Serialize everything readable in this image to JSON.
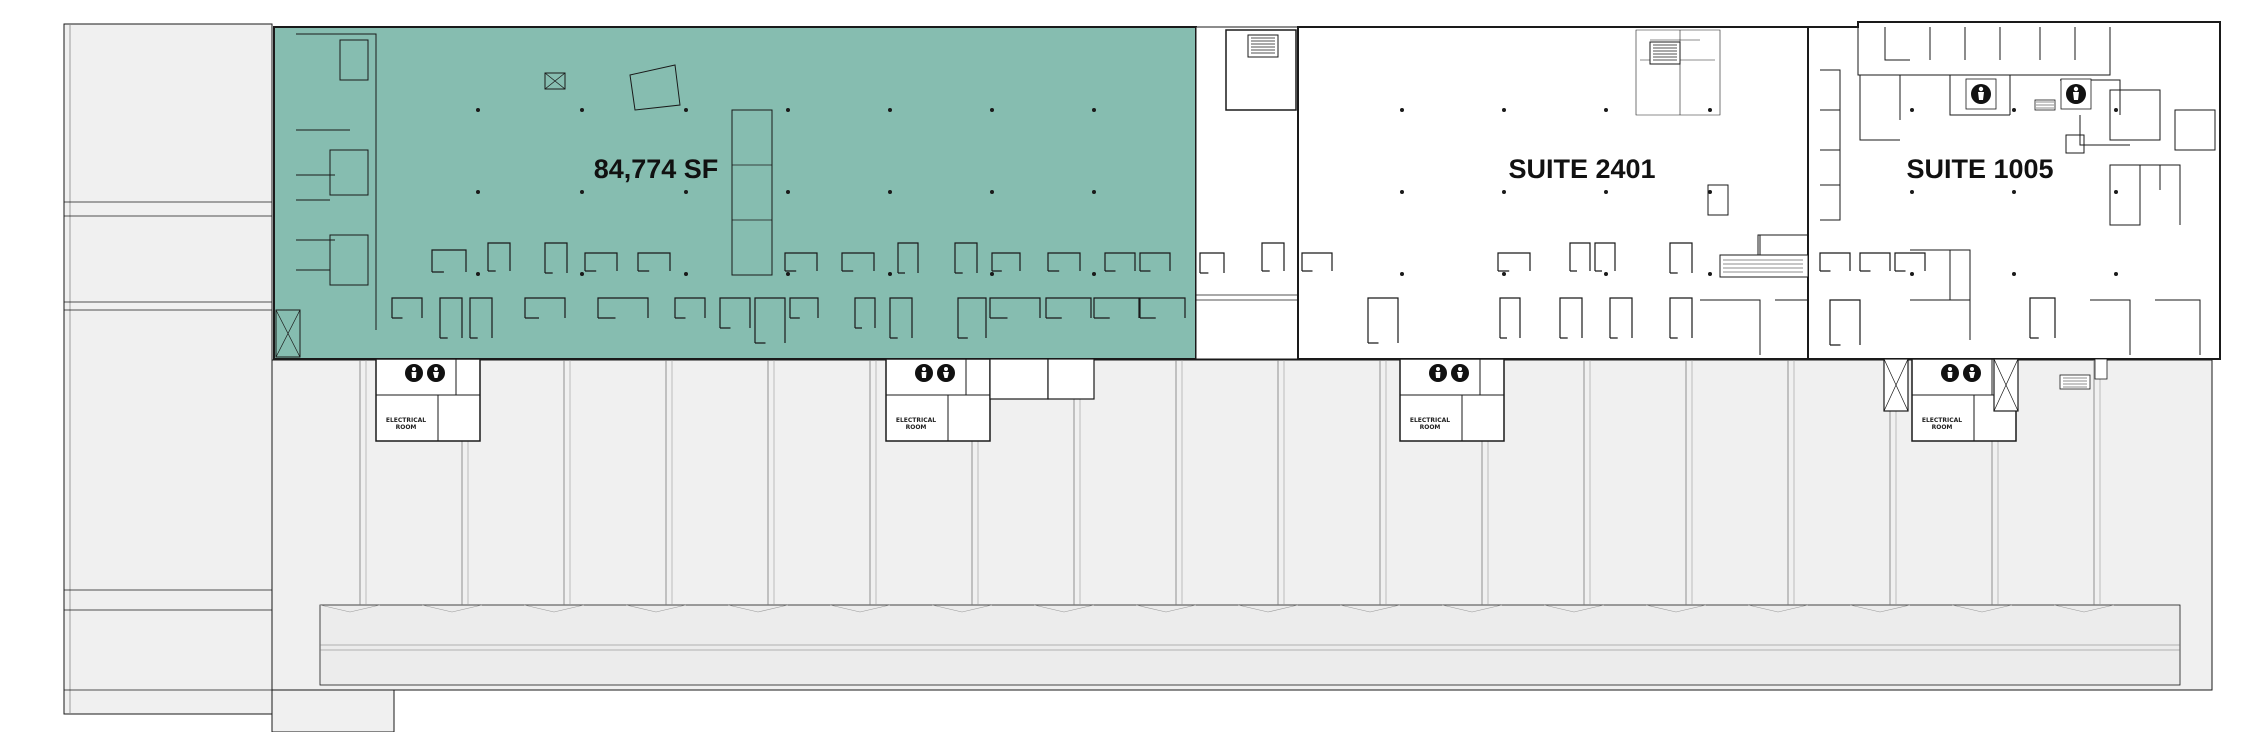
{
  "suites": [
    {
      "key": "available",
      "label": "84,774 SF",
      "highlight": true
    },
    {
      "key": "suite_2401",
      "label": "SUITE 2401",
      "highlight": false
    },
    {
      "key": "suite_1005",
      "label": "SUITE 1005",
      "highlight": false
    }
  ],
  "rooms": {
    "electrical_line1": "ELECTRICAL",
    "electrical_line2": "ROOM"
  },
  "colors": {
    "highlight_fill": "#86bdb0",
    "dock_fill": "#f0f0f0",
    "wall": "#1a1a1a",
    "background": "#ffffff",
    "restroom_icon": "#111111"
  },
  "icons": [
    "restroom-icon",
    "stair-icon",
    "elevator-icon"
  ]
}
